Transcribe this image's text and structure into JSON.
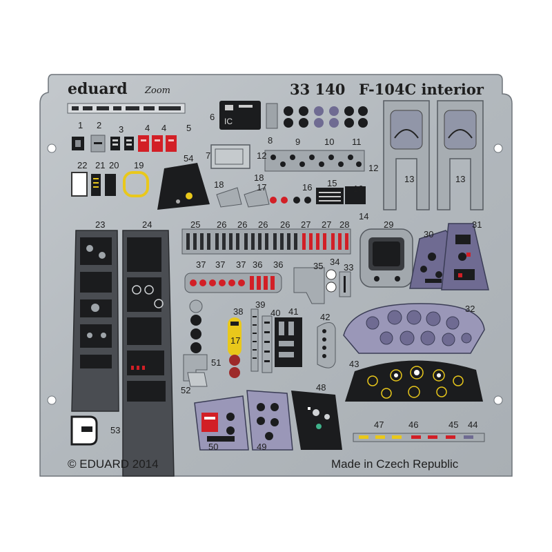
{
  "sheet": {
    "brand": "eduard",
    "zoom_mark": "Zoom",
    "product_code": "33 140",
    "product_name": "F-104C interior",
    "copyright": "© EDUARD 2014",
    "origin": "Made in Czech Republic"
  },
  "part_numbers": [
    "1",
    "2",
    "3",
    "4",
    "4",
    "5",
    "6",
    "7",
    "8",
    "9",
    "10",
    "11",
    "12",
    "12",
    "13",
    "13",
    "14",
    "15",
    "16",
    "16",
    "17",
    "17",
    "18",
    "18",
    "19",
    "20",
    "21",
    "22",
    "23",
    "24",
    "25",
    "26",
    "26",
    "26",
    "26",
    "27",
    "27",
    "28",
    "29",
    "30",
    "31",
    "32",
    "33",
    "34",
    "35",
    "36",
    "36",
    "37",
    "37",
    "37",
    "38",
    "39",
    "40",
    "41",
    "42",
    "43",
    "44",
    "45",
    "46",
    "47",
    "48",
    "49",
    "50",
    "51",
    "52",
    "53",
    "54"
  ],
  "colors": {
    "page_background": "#ffffff",
    "fret_metal": "#b6bcc1",
    "fret_edge": "#6e747a",
    "panel_black": "#1b1c1e",
    "panel_grey": "#4a4d52",
    "console_purple": "#6f6b92",
    "console_light": "#9a97b8",
    "switch_red": "#d21f26",
    "accent_yellow": "#e9c81b"
  }
}
